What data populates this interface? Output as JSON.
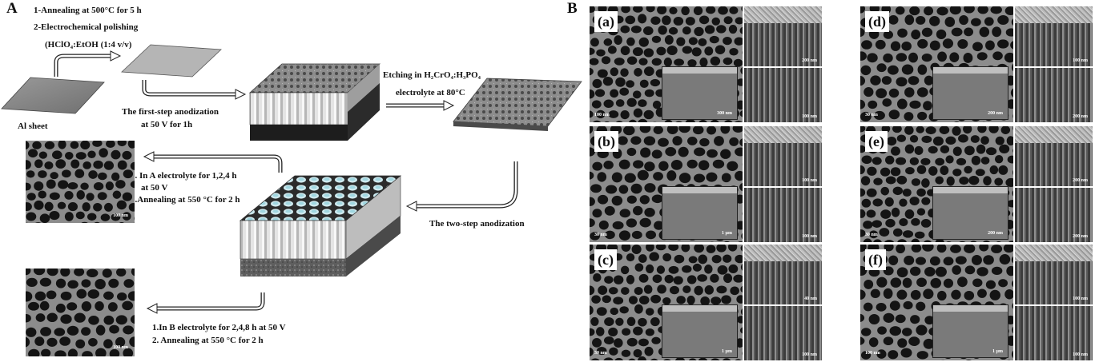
{
  "panel_a": {
    "letter": "A",
    "step1": "1-Annealing at 500°C for 5 h",
    "step2": "2-Electrochemical polishing",
    "step2_solution": "(HClO₄:EtOH (1:4 v/v)",
    "al_sheet": "Al sheet",
    "first_anod_line1": "The first-step anodization",
    "first_anod_line2": "at 50 V  for 1h",
    "etching_line1": "Etching in H₂CrO₄:H₃PO₄",
    "etching_line2": "electrolyte at 80°C",
    "two_step": "The two-step anodization",
    "a_elec_line1": "1. In A electrolyte  for  1,2,4 h",
    "a_elec_line2": "at 50 V",
    "a_elec_line3": "2.Annealing  at 550 °C for 2 h",
    "b_elec_line1": "1.In B electrolyte  for 2,4,8 h at 50 V",
    "b_elec_line2": "2. Annealing at 550 °C for 2 h",
    "scale_top": "100 nm",
    "scale_bottom": "100 nm"
  },
  "panel_b": {
    "letter": "B",
    "subpanels": [
      {
        "label": "(a)",
        "main_scale": "100 nm",
        "tr_scale": "200 nm",
        "inset_scale": "300 nm",
        "br_scale": "100 nm"
      },
      {
        "label": "(b)",
        "main_scale": "30 nm",
        "tr_scale": "100 nm",
        "inset_scale": "1 µm",
        "br_scale": "100 nm"
      },
      {
        "label": "(c)",
        "main_scale": "30 nm",
        "tr_scale": "40 nm",
        "inset_scale": "1 µm",
        "br_scale": "100 nm"
      },
      {
        "label": "(d)",
        "main_scale": "30 nm",
        "tr_scale": "100 nm",
        "inset_scale": "200 nm",
        "br_scale": "200 nm"
      },
      {
        "label": "(e)",
        "main_scale": "30 nm",
        "tr_scale": "200 nm",
        "inset_scale": "200 nm",
        "br_scale": "200 nm"
      },
      {
        "label": "(f)",
        "main_scale": "100 nm",
        "tr_scale": "100 nm",
        "inset_scale": "1 µm",
        "br_scale": "100 nm"
      }
    ]
  },
  "colors": {
    "sem_gray": "#6e6e6e",
    "pore_dark": "#141414",
    "sheet_gray": "#8a8a8a"
  }
}
